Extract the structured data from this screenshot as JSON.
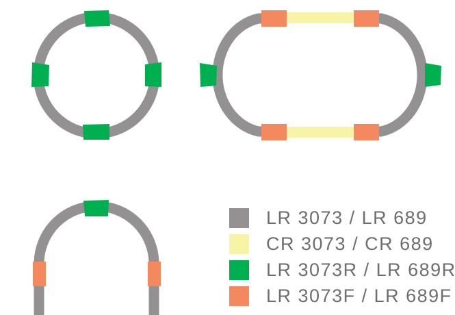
{
  "colors": {
    "lr": "#939191",
    "cr": "#f7f4a8",
    "lr_r": "#00b050",
    "lr_f": "#f4895f",
    "text": "#6d6e71"
  },
  "diagram": {
    "layouts": [
      {
        "name": "circle",
        "sections": [
          "LR 3073R / LR 689R",
          "LR 3073 / LR 689"
        ]
      },
      {
        "name": "oval",
        "sections": [
          "LR 3073R / LR 689R",
          "LR 3073F / LR 689F",
          "CR 3073 / CR 689",
          "LR 3073 / LR 689"
        ]
      },
      {
        "name": "u-turn",
        "sections": [
          "LR 3073R / LR 689R",
          "LR 3073F / LR 689F",
          "LR 3073 / LR 689"
        ]
      }
    ]
  },
  "legend": {
    "items": [
      {
        "label": "LR 3073 / LR 689",
        "color": "#939191"
      },
      {
        "label": "CR 3073 / CR 689",
        "color": "#f7f4a8"
      },
      {
        "label": "LR 3073R / LR 689R",
        "color": "#00b050"
      },
      {
        "label": "LR 3073F / LR 689F",
        "color": "#f4895f"
      }
    ]
  }
}
